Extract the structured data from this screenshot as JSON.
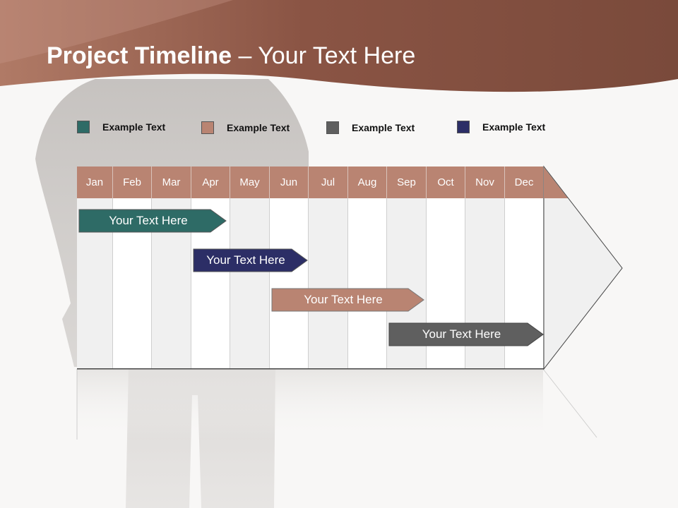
{
  "title": {
    "bold": "Project Timeline",
    "rest": " – Your Text Here"
  },
  "legend": [
    {
      "label": "Example Text",
      "color": "#2e6b66"
    },
    {
      "label": "Example Text",
      "color": "#b98472"
    },
    {
      "label": "Example Text",
      "color": "#5f5f5f"
    },
    {
      "label": "Example Text",
      "color": "#2c2e66"
    }
  ],
  "months": [
    "Jan",
    "Feb",
    "Mar",
    "Apr",
    "May",
    "Jun",
    "Jul",
    "Aug",
    "Sep",
    "Oct",
    "Nov",
    "Dec"
  ],
  "bars": [
    {
      "label": "Your  Text Here",
      "color": "#2e6b66"
    },
    {
      "label": "Your  Text Here",
      "color": "#2c2e66"
    },
    {
      "label": "Your  Text Here",
      "color": "#b98472"
    },
    {
      "label": "Your  Text Here",
      "color": "#5f5f5f"
    }
  ],
  "colors": {
    "header": "#9c5f4c",
    "month_header": "#b98472"
  }
}
